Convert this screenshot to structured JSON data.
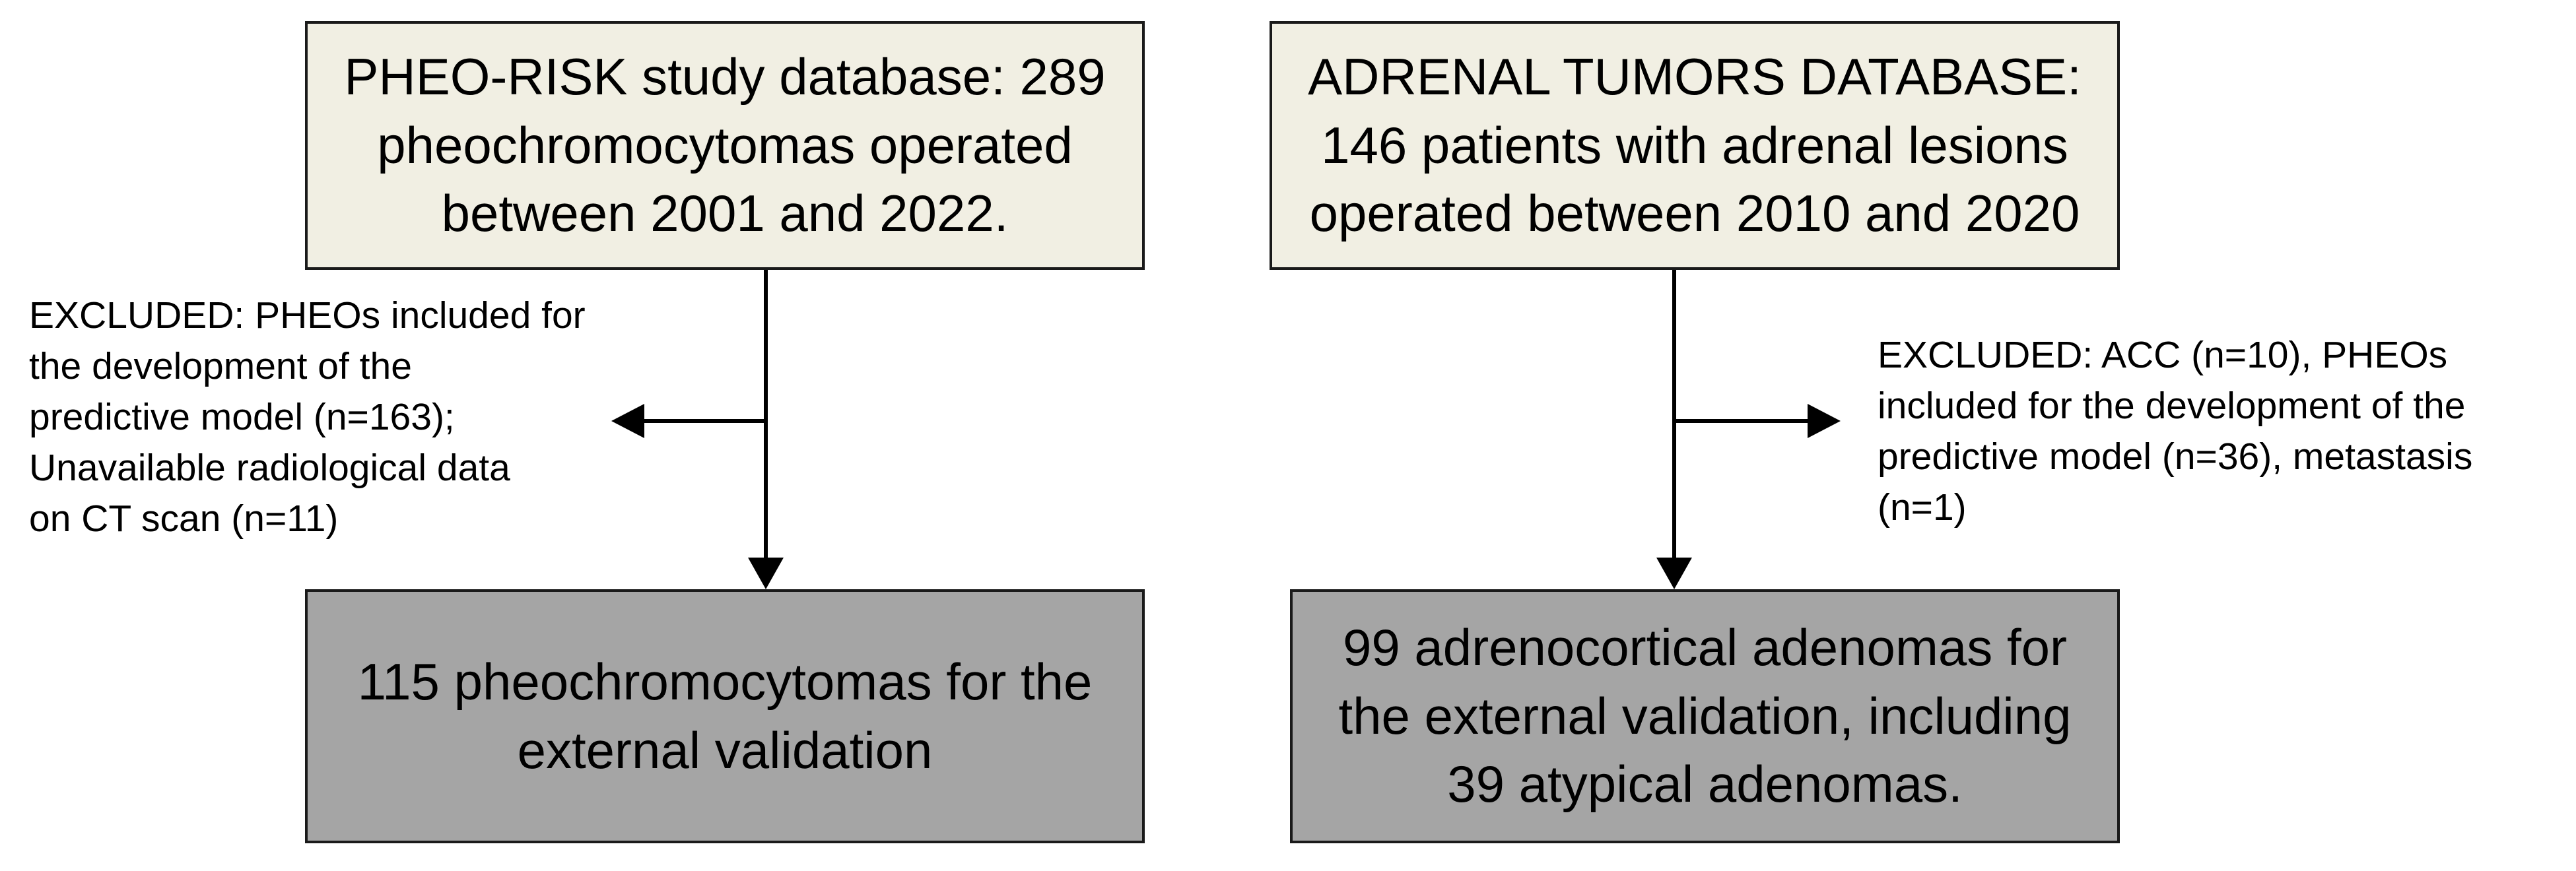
{
  "left_branch": {
    "source_box": "PHEO-RISK study database: 289 pheochromocytomas operated between 2001 and 2022.",
    "exclusion": "EXCLUDED: PHEOs included for\nthe development of the\npredictive model (n=163);\nUnavailable radiological data\non CT scan (n=11)",
    "result_box": "115 pheochromocytomas for the external validation"
  },
  "right_branch": {
    "source_box": "ADRENAL TUMORS DATABASE: 146 patients with adrenal lesions operated between 2010 and 2020",
    "exclusion": "EXCLUDED: ACC (n=10), PHEOs\nincluded for the development of the\npredictive model (n=36), metastasis\n(n=1)",
    "result_box": "99 adrenocortical adenomas for the external validation, including 39 atypical adenomas."
  },
  "colors": {
    "source_fill": "#f1efe3",
    "result_fill": "#a5a5a5",
    "border": "#1a1a1a",
    "line": "#000000"
  }
}
